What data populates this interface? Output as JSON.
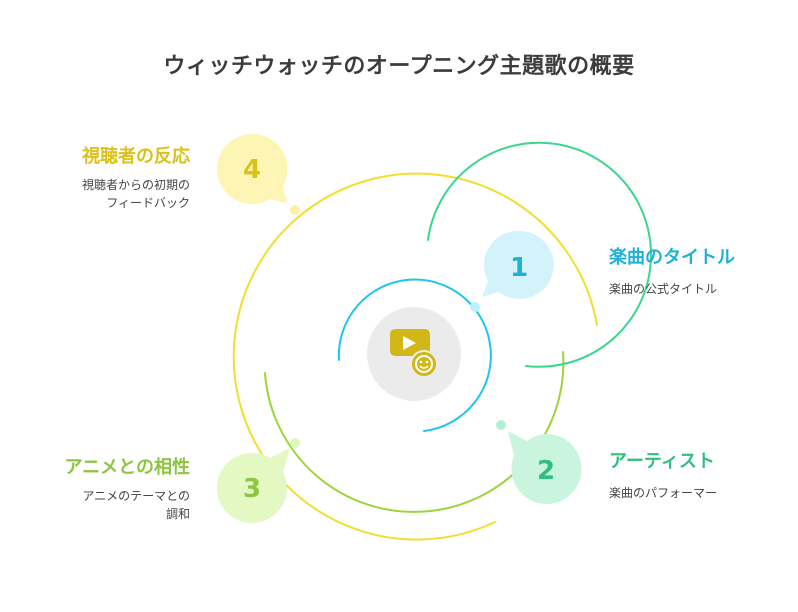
{
  "title": "ウィッチウォッチのオープニング主題歌の概要",
  "items": [
    {
      "number": "1",
      "heading": "楽曲のタイトル",
      "description": "楽曲の公式タイトル",
      "color": "#1fb0d8",
      "bubble": "#d3f3fb"
    },
    {
      "number": "2",
      "heading": "アーティスト",
      "description": "楽曲のパフォーマー",
      "color": "#2fbf7e",
      "bubble": "#c9f5df"
    },
    {
      "number": "3",
      "heading": "アニメとの相性",
      "description_line1": "アニメのテーマとの",
      "description_line2": "調和",
      "color": "#8cc63f",
      "bubble": "#e4f8c4"
    },
    {
      "number": "4",
      "heading": "視聴者の反応",
      "description_line1": "視聴者からの初期の",
      "description_line2": "フィードバック",
      "color": "#dcc11a",
      "bubble": "#fdf5b3"
    }
  ],
  "center_icon": "music-video-play-icon"
}
